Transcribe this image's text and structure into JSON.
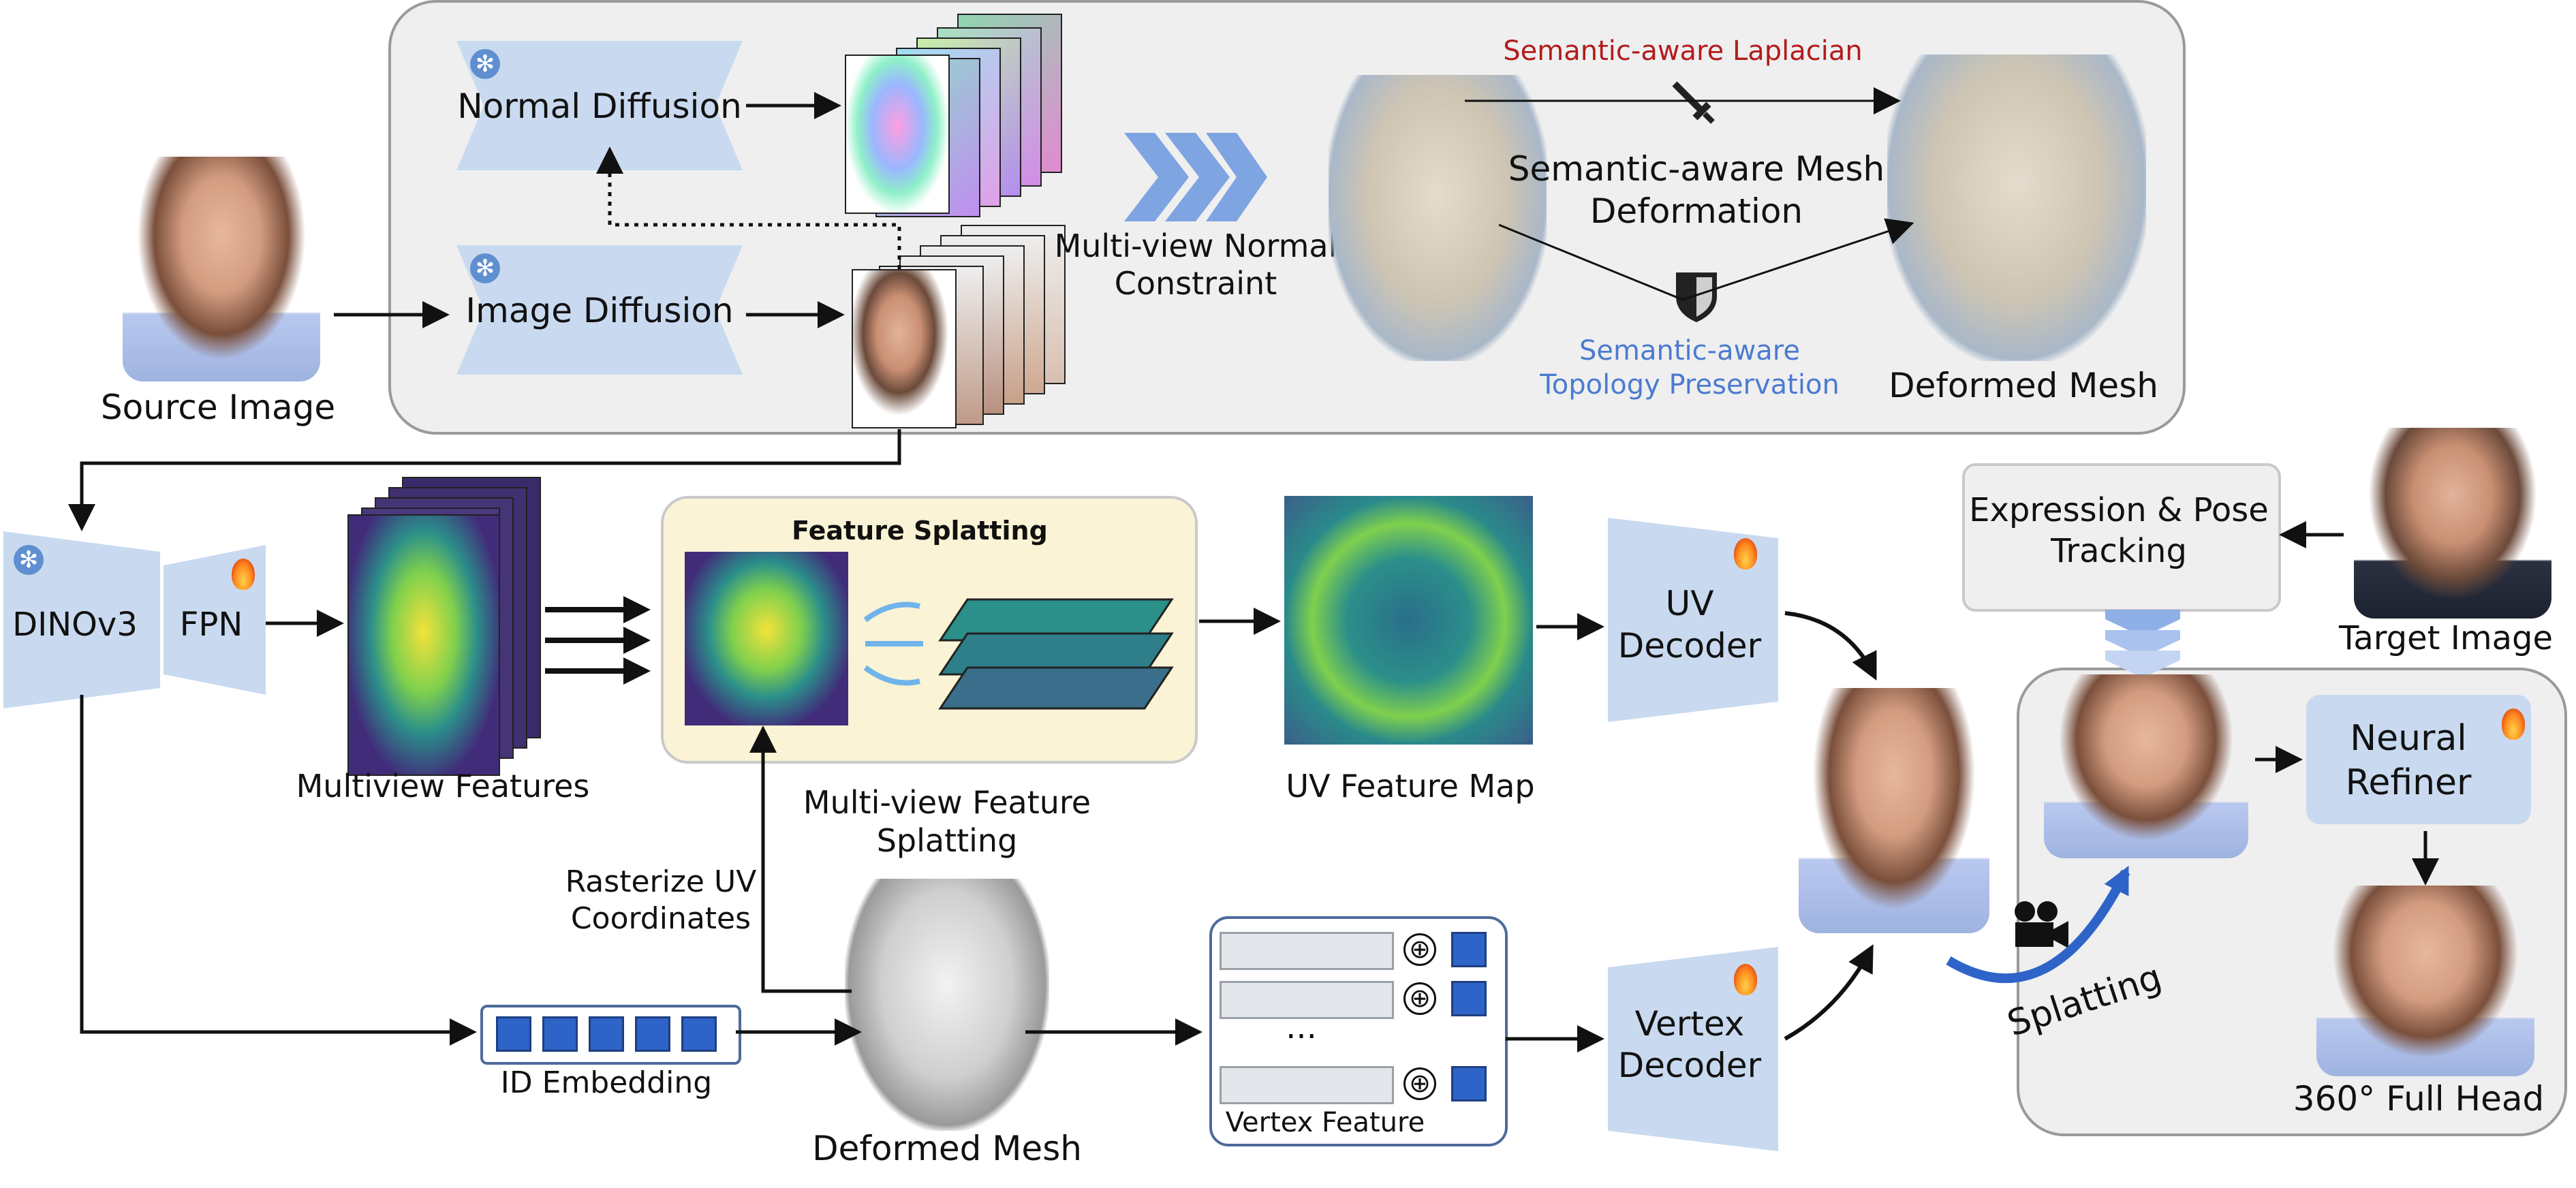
{
  "labels": {
    "source_image": "Source Image",
    "normal_diffusion": "Normal Diffusion",
    "image_diffusion": "Image Diffusion",
    "multiview_normal_constraint": [
      "Multi-view Normal",
      "Constraint"
    ],
    "semantic_laplacian": "Semantic-aware Laplacian",
    "semantic_mesh_deformation": [
      "Semantic-aware Mesh",
      "Deformation"
    ],
    "semantic_topology": [
      "Semantic-aware",
      "Topology Preservation"
    ],
    "deformed_mesh_top": "Deformed Mesh",
    "dinov3": "DINOv3",
    "fpn": "FPN",
    "multiview_features": "Multiview Features",
    "feature_splatting_title": "Feature Splatting",
    "multiview_feature_splatting": [
      "Multi-view Feature",
      "Splatting"
    ],
    "uv_feature_map": "UV Feature Map",
    "uv_decoder": [
      "UV",
      "Decoder"
    ],
    "expression_pose_tracking": [
      "Expression & Pose",
      "Tracking"
    ],
    "target_image": "Target Image",
    "neural_refiner": [
      "Neural",
      "Refiner"
    ],
    "splatting": "Splatting",
    "full_head": "360° Full Head",
    "rasterize_uv": [
      "Rasterize UV",
      "Coordinates"
    ],
    "id_embedding": "ID Embedding",
    "deformed_mesh_bottom": "Deformed Mesh",
    "vertex_feature": "Vertex Feature",
    "vertex_decoder": [
      "Vertex",
      "Decoder"
    ],
    "ellipsis": "···",
    "oplus": "⊕"
  },
  "colors": {
    "accent_red": "#b31b1b",
    "accent_blue": "#4b7bd1",
    "module_blue": "#c9daf0",
    "splat_yellow": "#fbf3d5",
    "panel_grey": "#efefef"
  },
  "icons": [
    "snowflake-icon",
    "fire-icon",
    "sword-icon",
    "shield-icon",
    "camera-icon",
    "chevron-right-icon",
    "chevron-down-icon"
  ]
}
